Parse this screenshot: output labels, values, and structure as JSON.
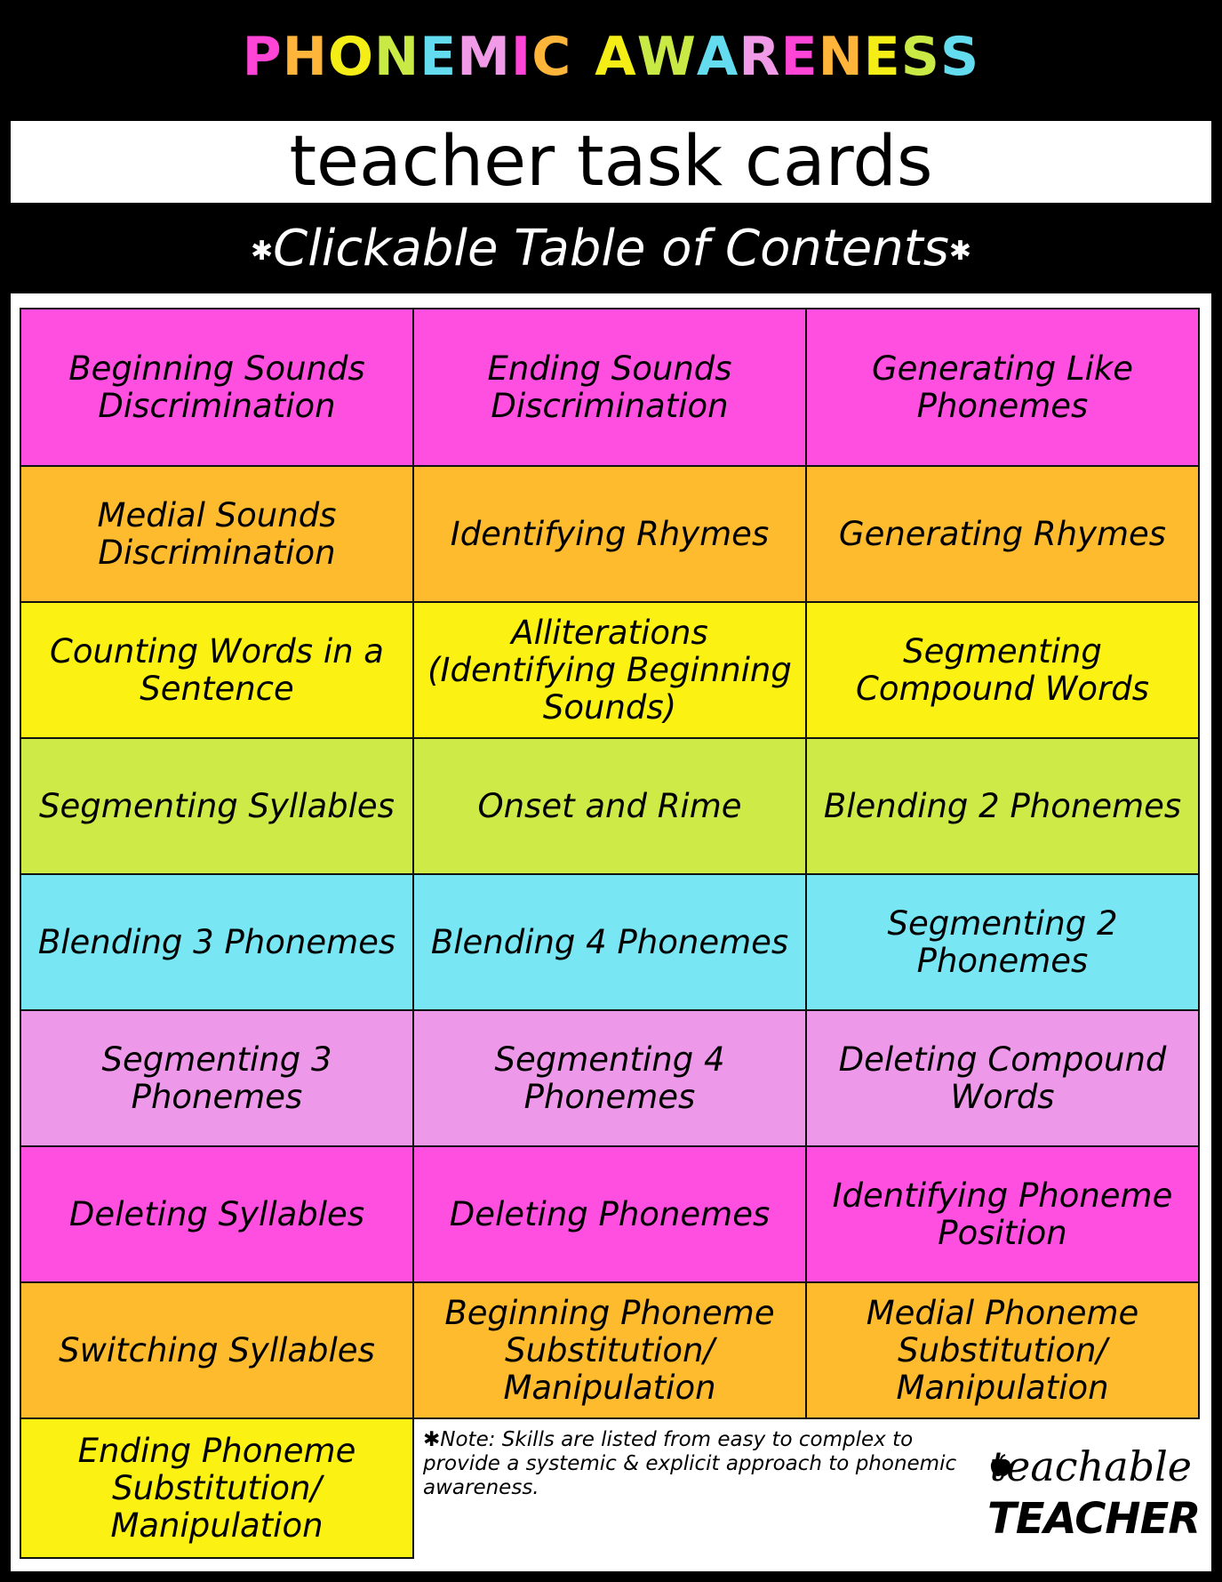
{
  "header": {
    "title_letters": [
      {
        "ch": "P",
        "color": "#ff45d6"
      },
      {
        "ch": "H",
        "color": "#ffb43a"
      },
      {
        "ch": "O",
        "color": "#f4ee16"
      },
      {
        "ch": "N",
        "color": "#c9ea45"
      },
      {
        "ch": "E",
        "color": "#64dcf0"
      },
      {
        "ch": "M",
        "color": "#f09ae8"
      },
      {
        "ch": "I",
        "color": "#ff45d6"
      },
      {
        "ch": "C",
        "color": "#ffb43a"
      },
      {
        "ch": " ",
        "color": "#000000"
      },
      {
        "ch": "A",
        "color": "#f4ee16"
      },
      {
        "ch": "W",
        "color": "#c9ea45"
      },
      {
        "ch": "A",
        "color": "#64dcf0"
      },
      {
        "ch": "R",
        "color": "#f09ae8"
      },
      {
        "ch": "E",
        "color": "#ff45d6"
      },
      {
        "ch": "N",
        "color": "#ffb43a"
      },
      {
        "ch": "E",
        "color": "#f4ee16"
      },
      {
        "ch": "S",
        "color": "#c9ea45"
      },
      {
        "ch": "S",
        "color": "#64dcf0"
      }
    ],
    "subtitle": "teacher task cards",
    "toc_heading": "Clickable Table of Contents",
    "toc_star": "✱"
  },
  "row_colors": [
    "#ff4fe0",
    "#ffbb2e",
    "#fbf214",
    "#cdea47",
    "#78e6f3",
    "#ee98ea",
    "#ff4fe0",
    "#ffbb2e",
    "#fbf214"
  ],
  "toc": {
    "rows": [
      [
        "Beginning Sounds Discrimination",
        "Ending Sounds Discrimination",
        "Generating Like Phonemes"
      ],
      [
        "Medial Sounds Discrimination",
        "Identifying Rhymes",
        "Generating Rhymes"
      ],
      [
        "Counting Words in a Sentence",
        "Alliterations (Identifying Beginning Sounds)",
        "Segmenting Compound Words"
      ],
      [
        "Segmenting Syllables",
        "Onset and Rime",
        "Blending 2 Phonemes"
      ],
      [
        "Blending 3 Phonemes",
        "Blending 4 Phonemes",
        "Segmenting 2 Phonemes"
      ],
      [
        "Segmenting 3 Phonemes",
        "Segmenting 4 Phonemes",
        "Deleting Compound Words"
      ],
      [
        "Deleting Syllables",
        "Deleting Phonemes",
        "Identifying Phoneme Position"
      ],
      [
        "Switching Syllables",
        "Beginning Phoneme Substitution/ Manipulation",
        "Medial Phoneme Substitution/ Manipulation"
      ]
    ],
    "last_cell": "Ending Phoneme Substitution/ Manipulation",
    "note": "✱Note: Skills are listed from easy to complex to provide a systemic & explicit approach to phonemic awareness."
  },
  "brand": {
    "line1": "teachable",
    "line2": "TEACHER"
  }
}
